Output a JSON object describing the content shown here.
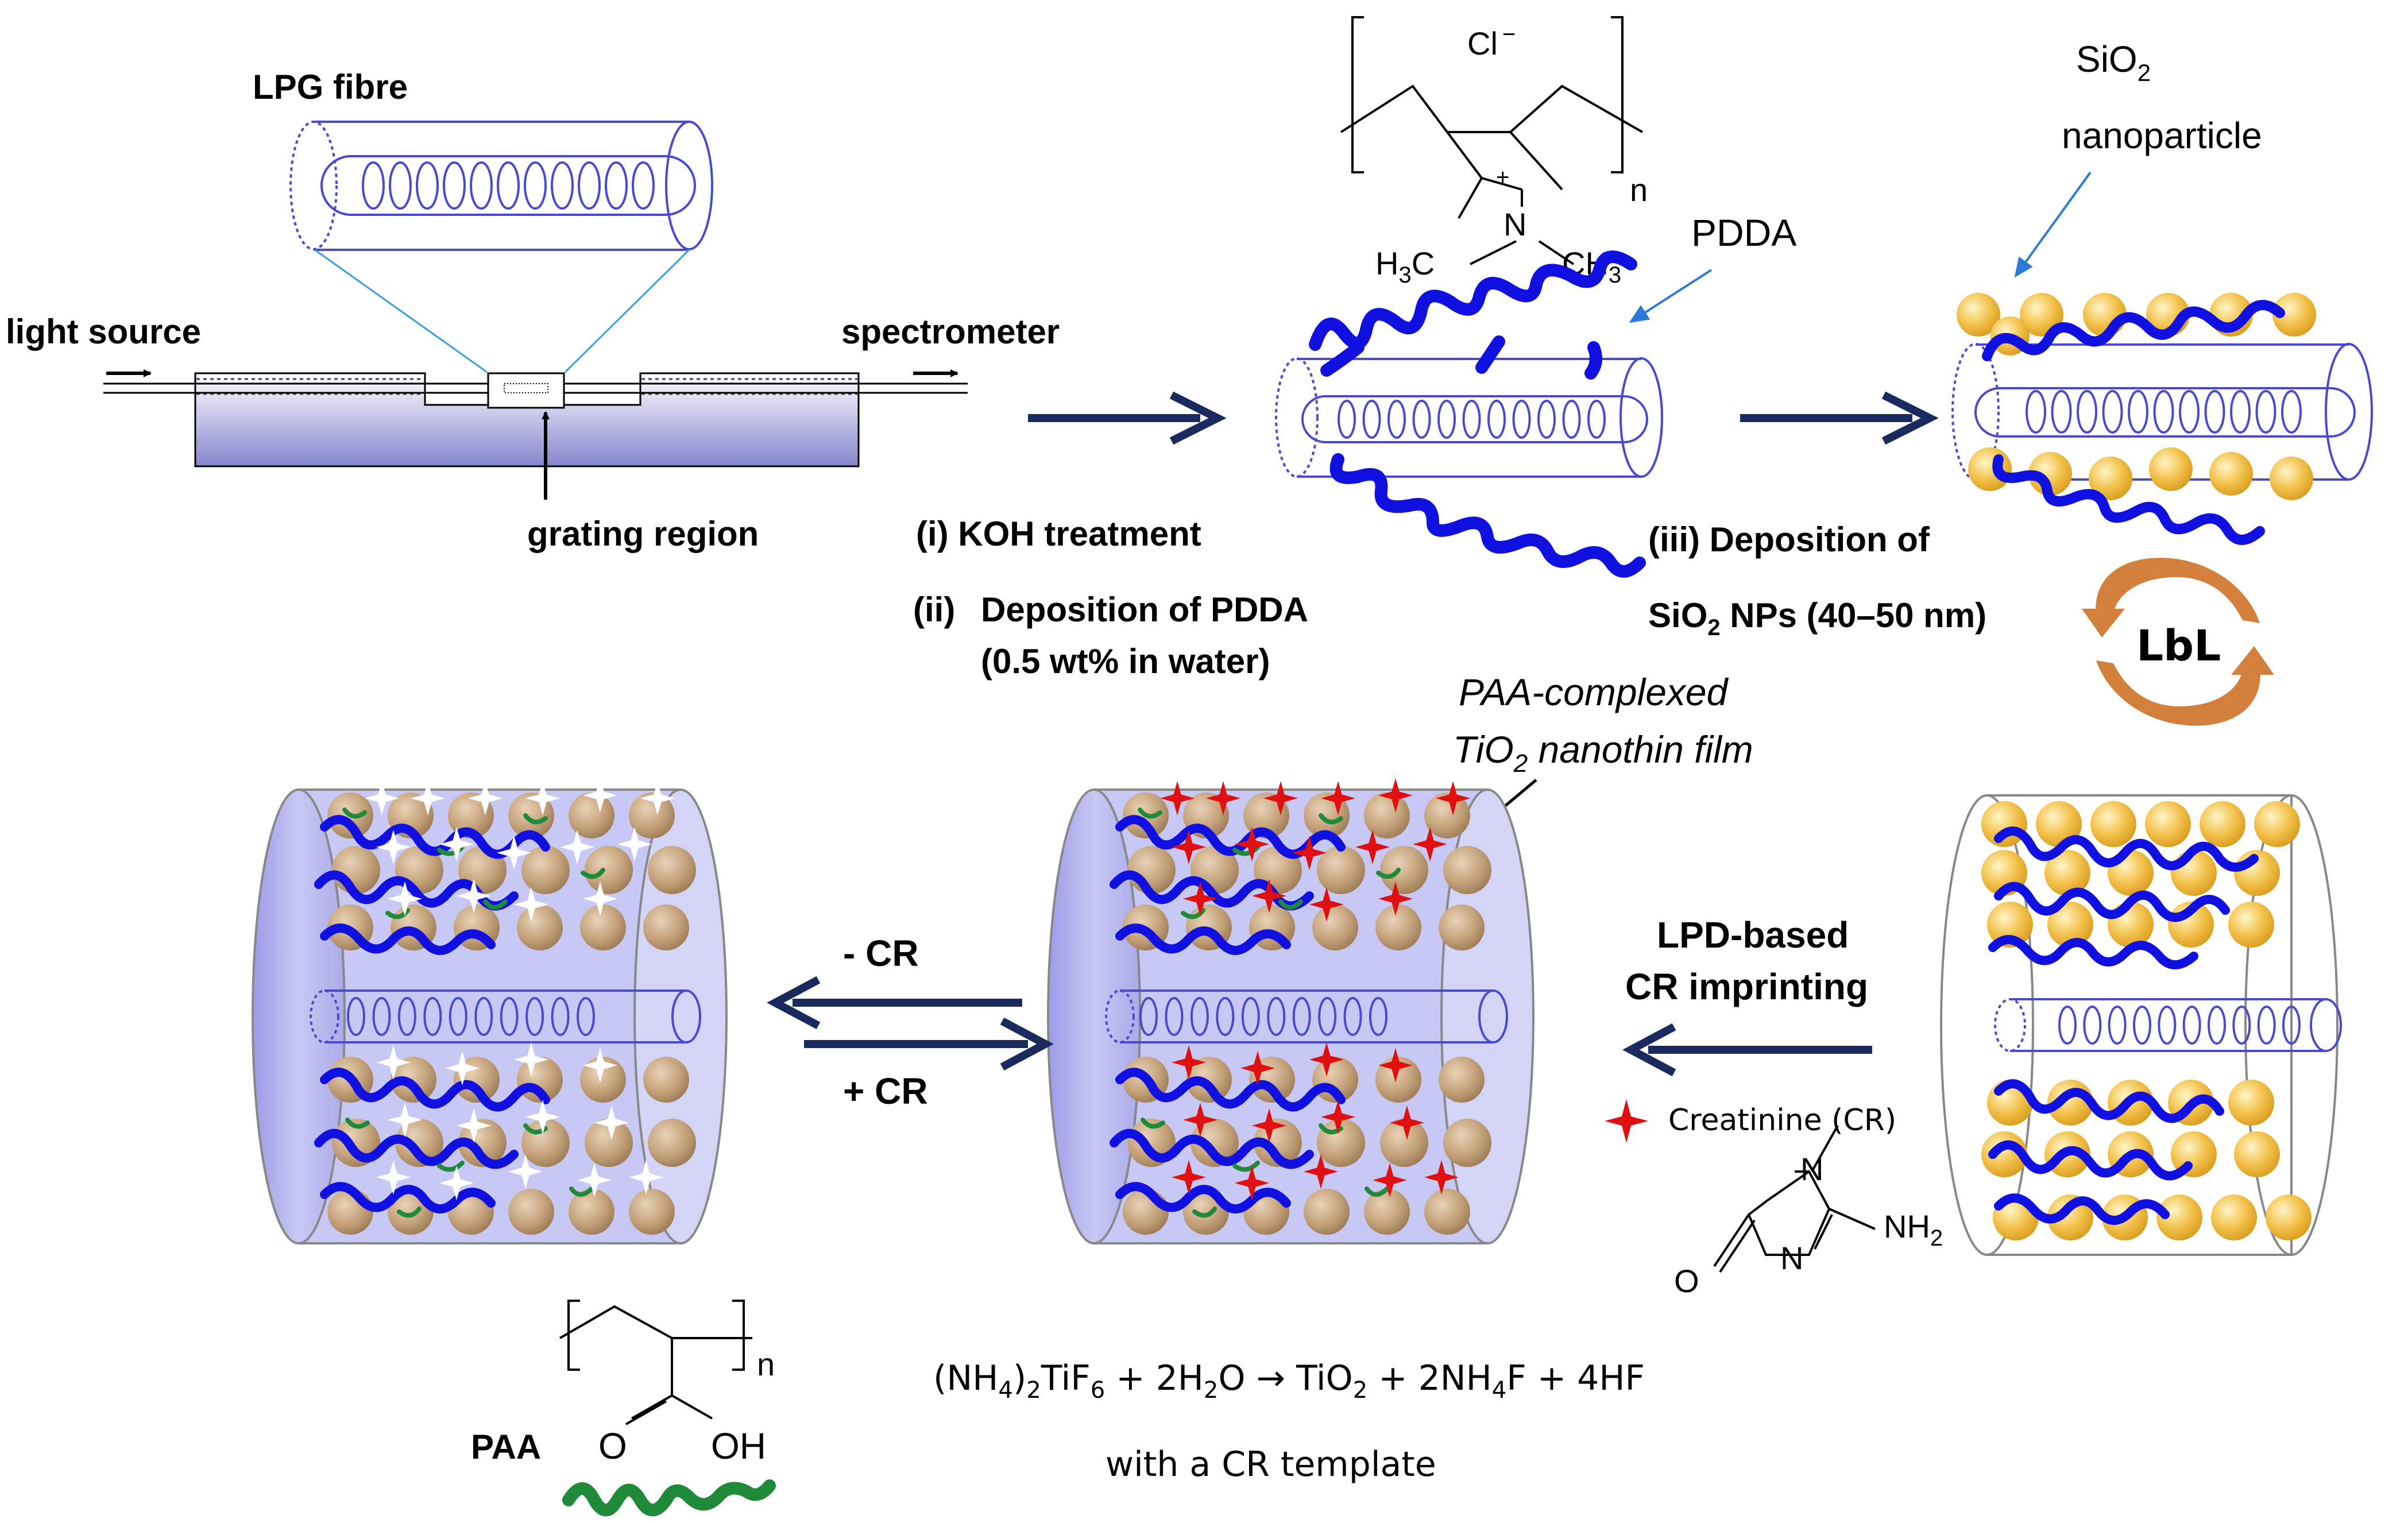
{
  "setup": {
    "lpg_fibre_label": "LPG fibre",
    "light_source_label": "light source",
    "spectrometer_label": "spectrometer",
    "grating_region_label": "grating region"
  },
  "pdda": {
    "counter_ion": "Cl",
    "counter_ion_charge": "−",
    "plus_charge": "+",
    "nitrogen": "N",
    "methyl_left_h": "H",
    "methyl_left_sub": "3",
    "methyl_left_c": "C",
    "methyl_right": "CH",
    "methyl_right_sub": "3",
    "repeat_n": "n",
    "label": "PDDA"
  },
  "sio2": {
    "label_main": "SiO",
    "label_sub": "2",
    "label_line2": "nanoparticle"
  },
  "steps": {
    "step_i": "(i) KOH treatment",
    "step_ii_num": "(ii)",
    "step_ii_text": "Deposition of PDDA",
    "step_ii_conc": "(0.5 wt% in water)",
    "step_iii_line1": "(iii) Deposition of",
    "step_iii_line2_pre": "SiO",
    "step_iii_line2_sub": "2",
    "step_iii_line2_post": " NPs (40–50 nm)",
    "lbl": "LbL"
  },
  "tio2": {
    "film_line1": "PAA-complexed",
    "film_line2_pre": "TiO",
    "film_line2_sub": "2",
    "film_line2_post": " nanothin film"
  },
  "imprint": {
    "lpd_line1": "LPD-based",
    "lpd_line2": "CR imprinting",
    "minus_cr": "- CR",
    "plus_cr": "+ CR",
    "creatinine_legend": "Creatinine (CR)"
  },
  "creatinine_structure": {
    "n1": "N",
    "n2": "N",
    "o": "O",
    "nh2": "NH",
    "nh2_sub": "2"
  },
  "paa": {
    "label": "PAA",
    "o": "O",
    "oh": "OH",
    "repeat_n": "n"
  },
  "reaction": {
    "r1": "(NH",
    "r1_sub": "4",
    "r2": ")",
    "r2_sub": "2",
    "r3": "TiF",
    "r3_sub": "6",
    "r4": " + 2H",
    "r4_sub": "2",
    "r5": "O → TiO",
    "r5_sub": "2",
    "r6": " + 2NH",
    "r6_sub": "4",
    "r7": "F + 4HF",
    "template_note": "with a CR template"
  },
  "colors": {
    "fibre_outline": "#4a4ad0",
    "arrow_navy": "#1a2a5e",
    "pdda_blue": "#1010e0",
    "paa_green": "#1f8a3a",
    "sio2_gold": "#f2c24a",
    "cr_red": "#e01010",
    "lbl_orange": "#d2803c",
    "bath_top": "#ffffff",
    "bath_bottom": "#8080cc",
    "cylinder_fill": "#bcbcf0"
  }
}
